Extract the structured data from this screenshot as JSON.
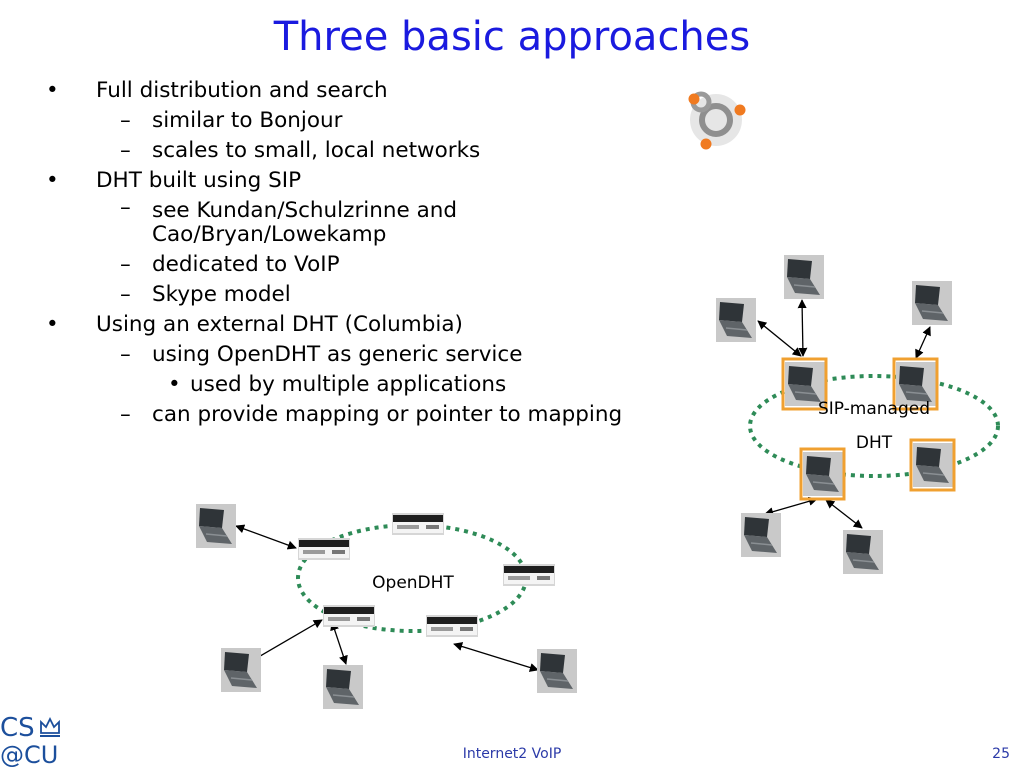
{
  "slide": {
    "title": "Three basic approaches",
    "footer": "Internet2 VoIP",
    "page_number": "25"
  },
  "bullets": [
    {
      "level": 1,
      "marker": "•",
      "text": "Full distribution and search"
    },
    {
      "level": 2,
      "marker": "–",
      "text": "similar to Bonjour"
    },
    {
      "level": 2,
      "marker": "–",
      "text": "scales to small, local networks"
    },
    {
      "level": 1,
      "marker": "•",
      "text": "DHT built using SIP"
    },
    {
      "level": 2,
      "marker": "–",
      "text": "see Kundan/Schulzrinne and",
      "text2": "Cao/Bryan/Lowekamp"
    },
    {
      "level": 2,
      "marker": "–",
      "text": "dedicated to VoIP"
    },
    {
      "level": 2,
      "marker": "–",
      "text": "Skype model"
    },
    {
      "level": 1,
      "marker": "•",
      "text": "Using an external DHT (Columbia)"
    },
    {
      "level": 2,
      "marker": "–",
      "text": "using OpenDHT as generic service"
    },
    {
      "level": 3,
      "marker": "•",
      "text": "used by multiple applications"
    },
    {
      "level": 2,
      "marker": "–",
      "text": "can provide mapping or pointer to mapping"
    }
  ],
  "diagrams": {
    "opendht_label": "OpenDHT",
    "sip_label_line1": "SIP-managed",
    "sip_label_line2": "DHT"
  },
  "logo": {
    "line1": "CS",
    "line2": "@CU"
  },
  "colors": {
    "title": "#1a1adf",
    "ring": "#2e8b57",
    "node_highlight": "#f0a030",
    "footer": "#2b3aa8",
    "logo": "#1c4f9c"
  }
}
